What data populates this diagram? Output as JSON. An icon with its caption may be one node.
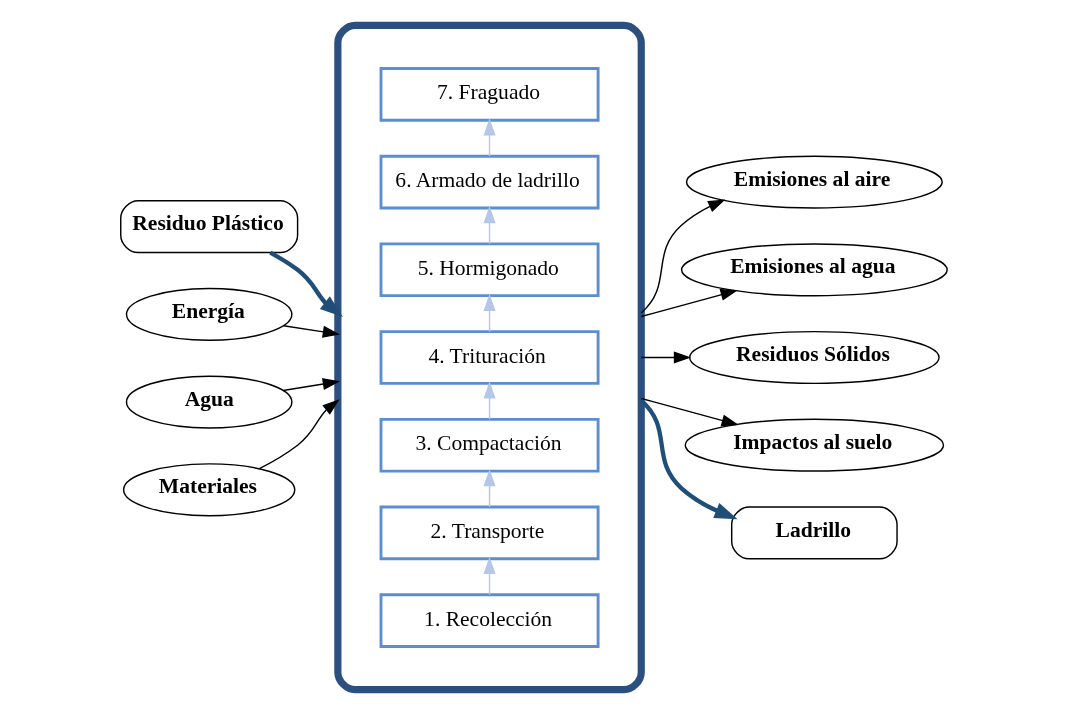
{
  "diagram": {
    "nodes": [
      {
        "text": [
          "Residuo Plástico"
        ]
      },
      {
        "text": [],
        "shape": "box"
      },
      {
        "text": [
          "1. Recolección"
        ],
        "in": 1
      },
      {
        "text": [
          "2. Transporte"
        ],
        "in": 1
      },
      {
        "text": [
          "3. Compactación"
        ],
        "in": 1
      },
      {
        "text": [
          "4. Trituración"
        ],
        "in": 1
      },
      {
        "text": [
          "5. Hormigonado"
        ],
        "in": 1
      },
      {
        "text": [
          "6. Armado de ladrillo"
        ],
        "in": 1
      },
      {
        "text": [
          "7. Fraguado"
        ],
        "in": 1
      },
      {
        "text": [
          "Energía"
        ]
      },
      {
        "text": [
          "Agua"
        ]
      },
      {
        "text": [
          "Materiales"
        ]
      },
      {
        "text": [
          "Emisiones al aire"
        ]
      },
      {
        "text": [
          "Emisiones al agua"
        ]
      },
      {
        "text": [
          "Residuos Sólidos"
        ]
      },
      {
        "text": [
          "Impactos al suelo"
        ]
      },
      {
        "text": [
          "Ladrillo"
        ]
      }
    ],
    "edges": [
      {
        "from": 0,
        "to": 1,
        "arrow": "to",
        "color": "#1f4e79",
        "style": "thick"
      },
      {
        "from": 2,
        "to": 3,
        "arrow": "to",
        "color": "#b4c7e7"
      },
      {
        "from": 3,
        "to": 4,
        "arrow": "to",
        "color": "#b4c7e7"
      },
      {
        "from": 4,
        "to": 5,
        "arrow": "to",
        "color": "#b4c7e7"
      },
      {
        "from": 5,
        "to": 6,
        "arrow": "to",
        "color": "#b4c7e7"
      },
      {
        "from": 6,
        "to": 7,
        "arrow": "to",
        "color": "#b4c7e7"
      },
      {
        "from": 7,
        "to": 8,
        "arrow": "to",
        "color": "#b4c7e7"
      },
      {
        "from": 9,
        "to": 1,
        "arrow": "to"
      },
      {
        "from": 10,
        "to": 1,
        "arrow": "to"
      },
      {
        "from": 11,
        "to": 1,
        "arrow": "to"
      },
      {
        "from": 1,
        "to": 12,
        "arrow": "to"
      },
      {
        "from": 1,
        "to": 13,
        "arrow": "to"
      },
      {
        "from": 1,
        "to": 14,
        "arrow": "to"
      },
      {
        "from": 1,
        "to": 15,
        "arrow": "to"
      },
      {
        "from": 1,
        "to": 16,
        "arrow": "to",
        "color": "#1f4e79",
        "style": "thick"
      }
    ]
  }
}
